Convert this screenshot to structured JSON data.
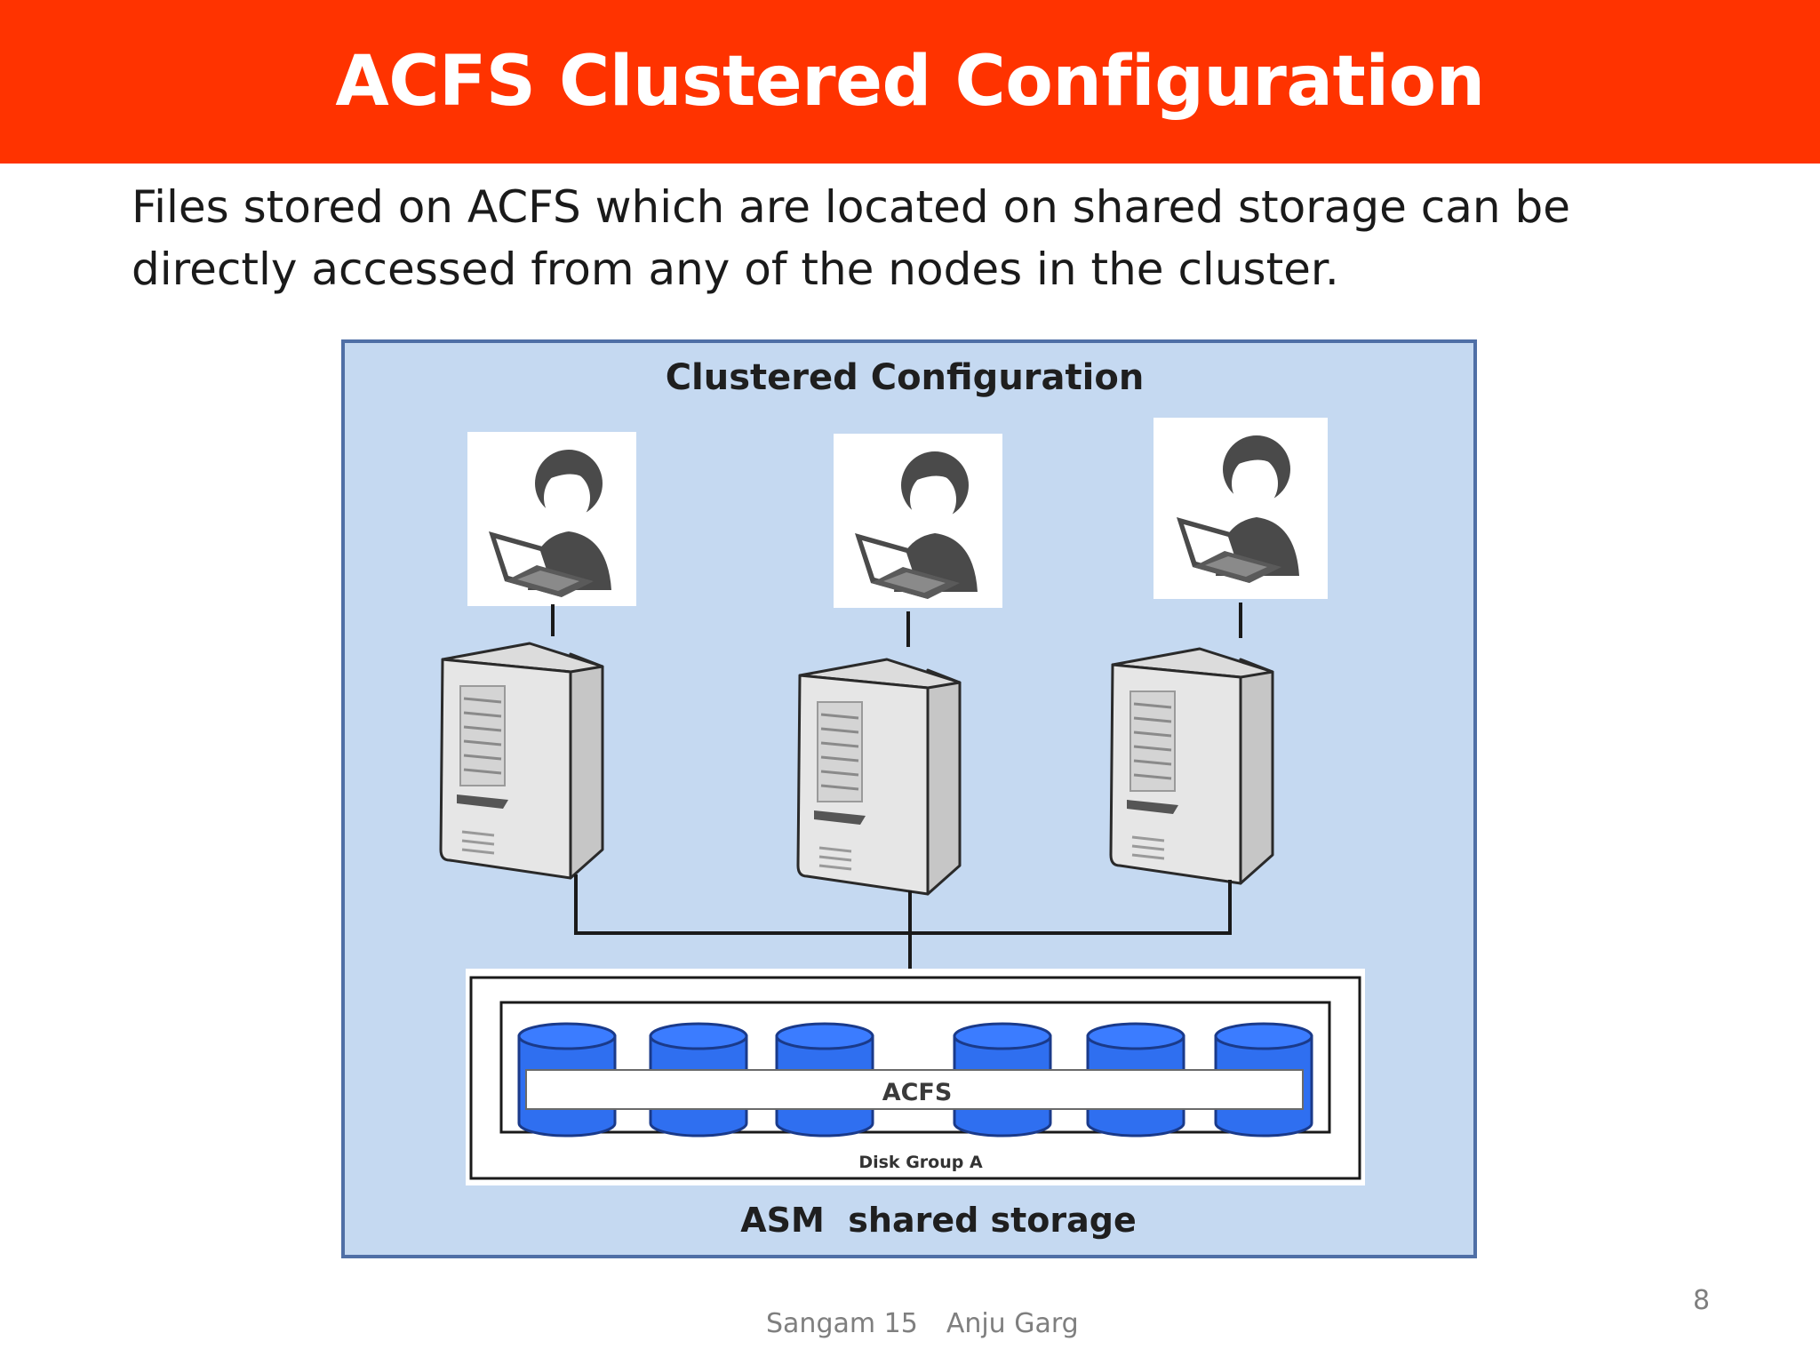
{
  "title": "ACFS Clustered Configuration",
  "body_text": "Files stored on ACFS which are located on shared storage can be directly accessed from any of the nodes in the cluster.",
  "diagram": {
    "heading": "Clustered Configuration",
    "acfs_label": "ACFS",
    "disk_group_label": "Disk Group A",
    "storage_label": "ASM  shared storage",
    "node_count": 3,
    "disk_count": 6
  },
  "footer": {
    "event": "Sangam 15",
    "author": "Anju Garg",
    "page_number": "8"
  },
  "colors": {
    "title_bar": "#ff3300",
    "diagram_background": "#c5d9f1",
    "diagram_border": "#4f6fa6",
    "disk_blue": "#2f6ff0"
  }
}
